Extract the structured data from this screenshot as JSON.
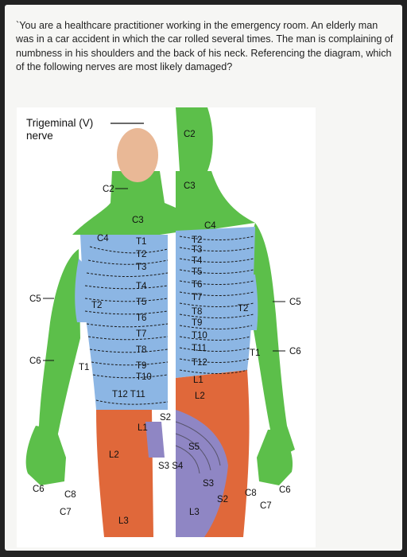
{
  "question": "You are a healthcare practitioner working in the emergency room. An elderly man was in a car accident in which the car rolled several times. The man is complaining of numbness in his shoulders and the back of his neck. Referencing the diagram, which of the following nerves are most likely damaged?",
  "question_prefix": "`",
  "figure": {
    "trigeminal_line1": "Trigeminal (V)",
    "trigeminal_line2": "nerve",
    "front_labels": {
      "c2": "C2",
      "c3": "C3",
      "c4": "C4",
      "c5": "C5",
      "c6": "C6",
      "t1_arm": "T1",
      "t2_arm": "T2",
      "t1": "T1",
      "t2": "T2",
      "t3": "T3",
      "t4": "T4",
      "t5": "T5",
      "t6": "T6",
      "t7": "T7",
      "t8": "T8",
      "t9": "T9",
      "t10": "T10",
      "t12_t11": "T12 T11",
      "l1": "L1",
      "l2": "L2",
      "l3": "L3",
      "s2": "S2",
      "c6_hand": "C6",
      "c7_hand": "C7",
      "c8_hand": "C8"
    },
    "back_labels": {
      "c2": "C2",
      "c3": "C3",
      "c4": "C4",
      "c5": "C5",
      "c6": "C6",
      "t1_arm": "T1",
      "t2_arm": "T2",
      "t2": "T2",
      "t3": "T3",
      "t4": "T4",
      "t5": "T5",
      "t6": "T6",
      "t7": "T7",
      "t8": "T8",
      "t9": "T9",
      "t10": "T10",
      "t11": "T11",
      "t12": "T12",
      "l1": "L1",
      "l2": "L2",
      "l3": "L3",
      "s2": "S2",
      "s3": "S3",
      "s4": "S4",
      "s5": "S5",
      "s3_s4": "S3 S4",
      "c6_hand": "C6",
      "c7_hand": "C7",
      "c8_hand": "C8"
    },
    "colors": {
      "cervical": "#5cbf4a",
      "thoracic": "#8cb6e4",
      "lumbar": "#e0683a",
      "sacral": "#8f86c4",
      "skin": "#e9b896"
    }
  }
}
